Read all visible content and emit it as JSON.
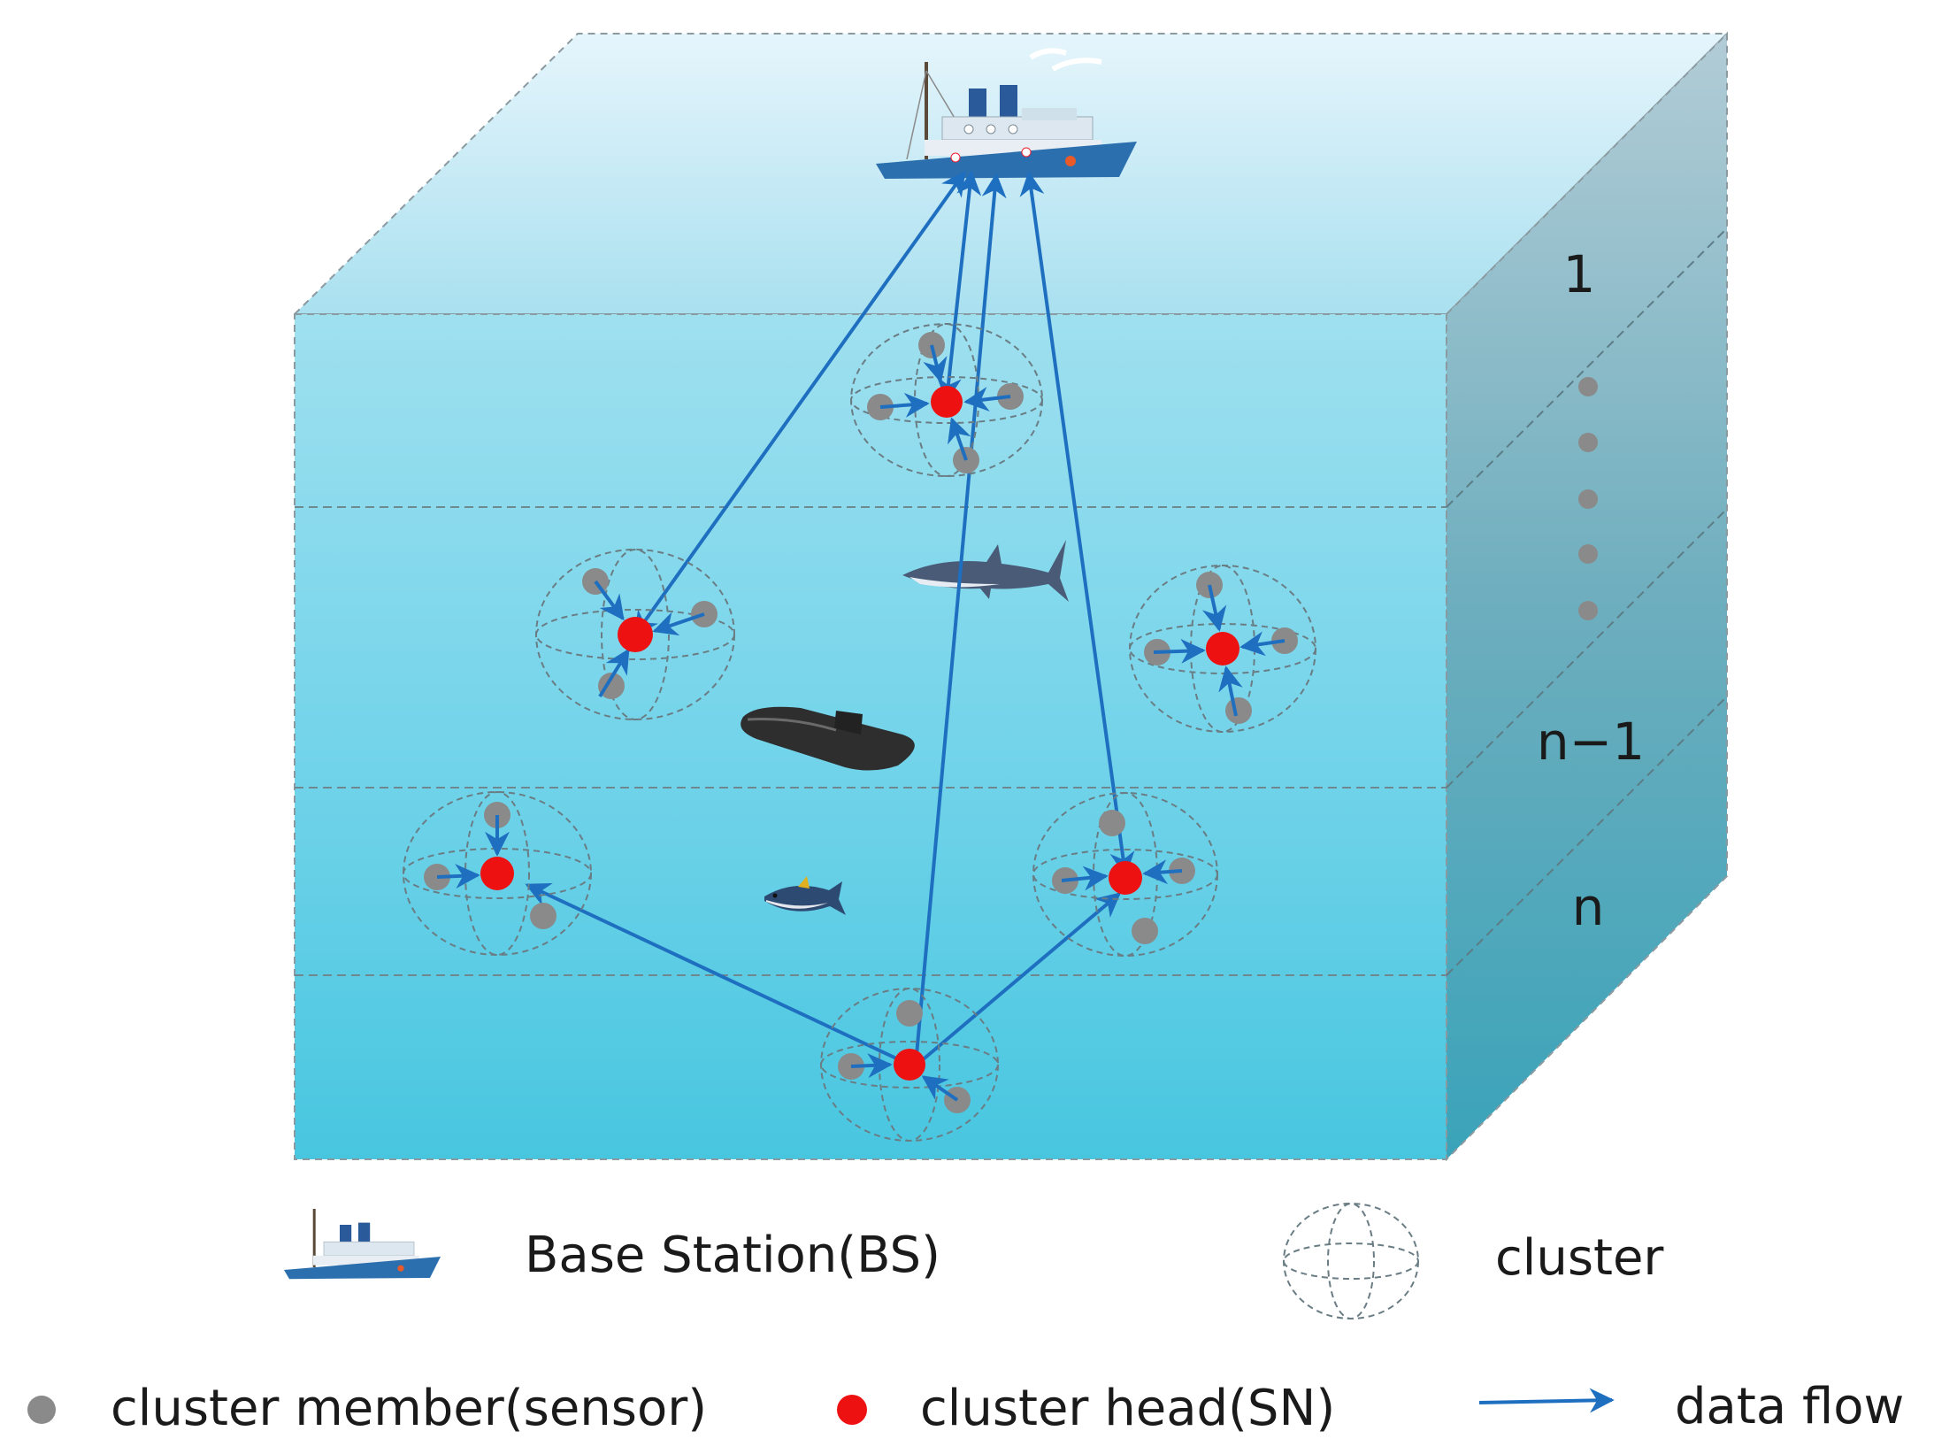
{
  "layers": {
    "label_top": "1",
    "label_mid": "n−1",
    "label_bottom": "n"
  },
  "legend": {
    "base_station": "Base Station(BS)",
    "cluster": "cluster",
    "cluster_member": "cluster member(sensor)",
    "cluster_head": "cluster head(SN)",
    "data_flow": "data flow"
  },
  "colors": {
    "water_top": "#d9f0fa",
    "water_bottom": "#46c8e0",
    "side_top": "#a8c8d4",
    "side_bottom": "#3aa6bc",
    "arrow": "#1f6fc0",
    "cluster_head": "#ee1111",
    "cluster_member": "#8a8a8a",
    "ship_hull": "#2b6fae"
  },
  "icons": {
    "base_station": "ship-icon",
    "shark": "shark-icon",
    "submarine": "submarine-icon",
    "fish": "tuna-icon"
  }
}
